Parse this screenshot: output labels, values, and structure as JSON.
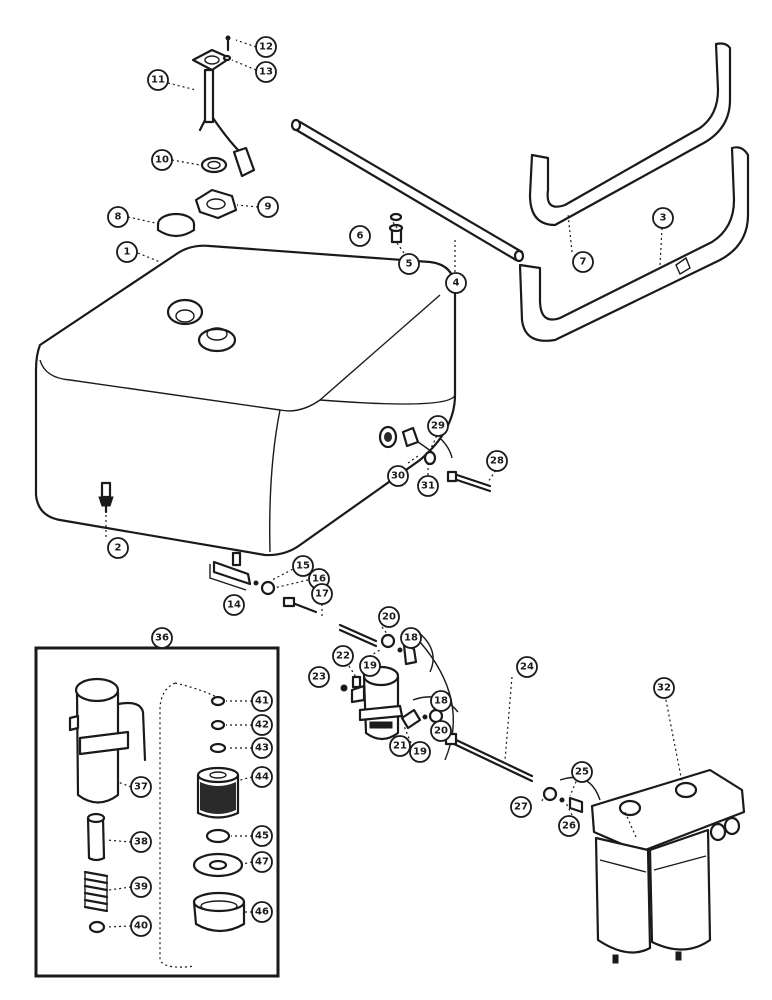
{
  "colors": {
    "ink": "#1a1a1a",
    "paper": "#ffffff"
  },
  "callouts": [
    {
      "id": "c1",
      "label": "1"
    },
    {
      "id": "c2",
      "label": "2"
    },
    {
      "id": "c3",
      "label": "3"
    },
    {
      "id": "c4",
      "label": "4"
    },
    {
      "id": "c5",
      "label": "5"
    },
    {
      "id": "c6",
      "label": "6"
    },
    {
      "id": "c7",
      "label": "7"
    },
    {
      "id": "c8",
      "label": "8"
    },
    {
      "id": "c9",
      "label": "9"
    },
    {
      "id": "c10",
      "label": "10"
    },
    {
      "id": "c11",
      "label": "11"
    },
    {
      "id": "c12",
      "label": "12"
    },
    {
      "id": "c13",
      "label": "13"
    },
    {
      "id": "c14",
      "label": "14"
    },
    {
      "id": "c15",
      "label": "15"
    },
    {
      "id": "c16",
      "label": "16"
    },
    {
      "id": "c17",
      "label": "17"
    },
    {
      "id": "c18a",
      "label": "18"
    },
    {
      "id": "c18b",
      "label": "18"
    },
    {
      "id": "c19a",
      "label": "19"
    },
    {
      "id": "c19b",
      "label": "19"
    },
    {
      "id": "c20a",
      "label": "20"
    },
    {
      "id": "c20b",
      "label": "20"
    },
    {
      "id": "c21",
      "label": "21"
    },
    {
      "id": "c22",
      "label": "22"
    },
    {
      "id": "c23",
      "label": "23"
    },
    {
      "id": "c24",
      "label": "24"
    },
    {
      "id": "c25",
      "label": "25"
    },
    {
      "id": "c26",
      "label": "26"
    },
    {
      "id": "c27",
      "label": "27"
    },
    {
      "id": "c28",
      "label": "28"
    },
    {
      "id": "c29",
      "label": "29"
    },
    {
      "id": "c30",
      "label": "30"
    },
    {
      "id": "c31",
      "label": "31"
    },
    {
      "id": "c32",
      "label": "32"
    },
    {
      "id": "c36",
      "label": "36"
    },
    {
      "id": "c37",
      "label": "37"
    },
    {
      "id": "c38",
      "label": "38"
    },
    {
      "id": "c39",
      "label": "39"
    },
    {
      "id": "c40",
      "label": "40"
    },
    {
      "id": "c41",
      "label": "41"
    },
    {
      "id": "c42",
      "label": "42"
    },
    {
      "id": "c43",
      "label": "43"
    },
    {
      "id": "c44",
      "label": "44"
    },
    {
      "id": "c45",
      "label": "45"
    },
    {
      "id": "c46",
      "label": "46"
    },
    {
      "id": "c47",
      "label": "47"
    }
  ]
}
